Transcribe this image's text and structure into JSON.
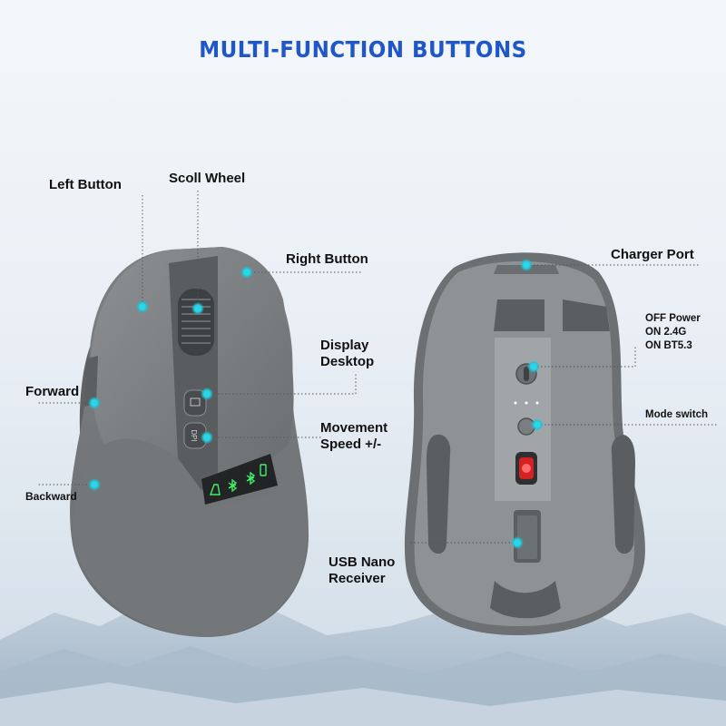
{
  "title": "MULTI-FUNCTION BUTTONS",
  "labels": {
    "left_button": "Left Button",
    "scroll_wheel": "Scoll Wheel",
    "right_button": "Right Button",
    "display_desktop_line1": "Display",
    "display_desktop_line2": "Desktop",
    "forward": "Forward",
    "movement_speed_line1": "Movement",
    "movement_speed_line2": "Speed +/-",
    "backward": "Backward",
    "charger_port": "Charger Port",
    "power_line1": "OFF Power",
    "power_line2": "ON 2.4G",
    "power_line3": "ON BT5.3",
    "mode_switch": "Mode switch",
    "usb_line1": "USB Nano",
    "usb_line2": "Receiver"
  },
  "buttons": {
    "dpi_text": "DPI"
  },
  "colors": {
    "title": "#1f56c9",
    "marker": "#1fc3d6",
    "mouse_body": "#74787a",
    "mouse_shell": "#8a8d8f",
    "mouse_dark": "#4f5254",
    "indicator_green": "#3ef06a",
    "sensor_red": "#d42222"
  }
}
